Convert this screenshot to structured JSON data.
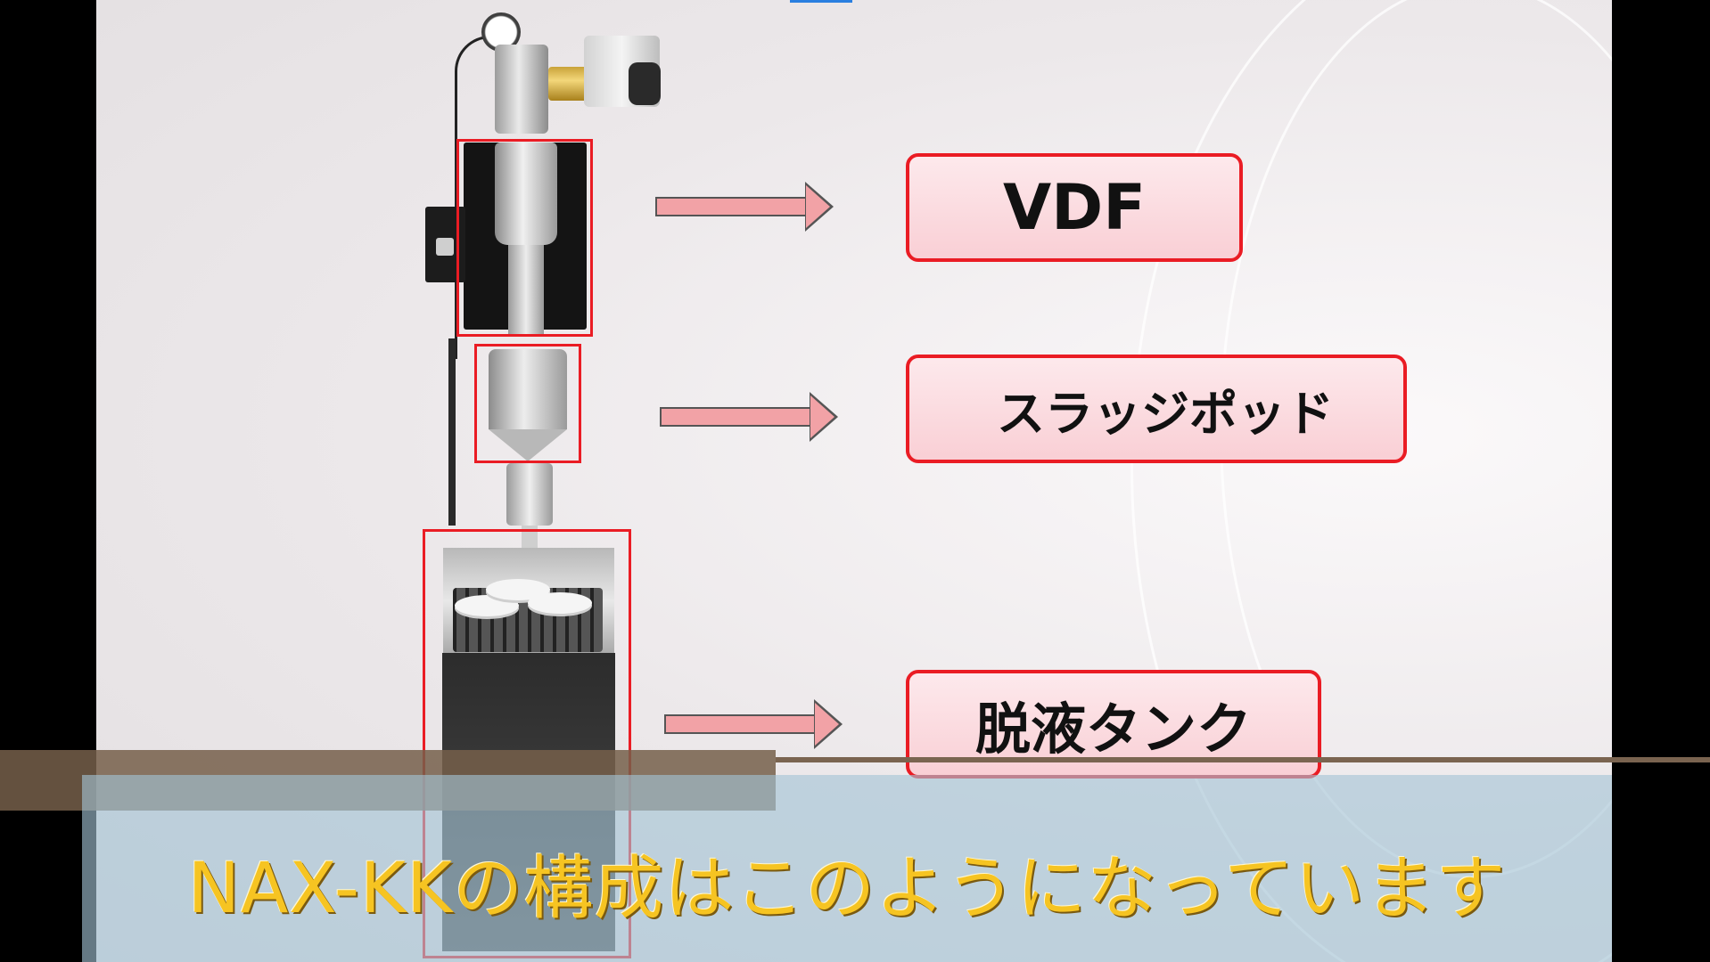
{
  "labels": {
    "vdf": "VDF",
    "sludge_pot": "スラッジポッド",
    "dewatering_tank": "脱液タンク"
  },
  "caption": "NAX-KKの構成はこのようになっています",
  "colors": {
    "highlight_red": "#ea1c24",
    "label_fill": "#fbdde2",
    "arrow_fill": "#f2a2a6",
    "caption_text": "#f6c422"
  }
}
